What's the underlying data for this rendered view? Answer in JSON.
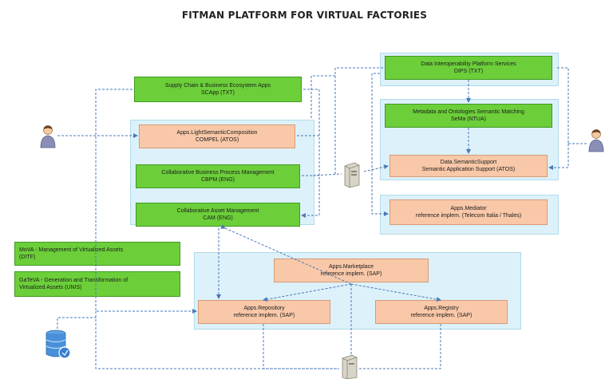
{
  "title": "FITMAN PLATFORM FOR VIRTUAL FACTORIES",
  "boxes": {
    "scapp": {
      "line1": "Supply Chain & Business Ecosystem Apps",
      "line2": "SCApp (TXT)"
    },
    "compel": {
      "line1": "Apps.LightSemanticComposition",
      "line2": "COMPEL (ATOS)"
    },
    "cbpm": {
      "line1": "Collaborative Business Process Management",
      "line2": "CBPM (ENG)"
    },
    "cam": {
      "line1": "Collaborative Asset Management",
      "line2": "CAM (ENG)"
    },
    "dips": {
      "line1": "Data Interoperability Platform Services",
      "line2": "DIPS (TXT)"
    },
    "semma": {
      "line1": "Metadata and Ontologies Semantic Matching",
      "line2": "SeMa (NTUA)"
    },
    "sas": {
      "line1": "Data.SemanticSupport",
      "line2": "Semantic Application Support (ATOS)"
    },
    "mediator": {
      "line1": "Apps.Mediator",
      "line2": "reference implem. (Telecom Italia / Thales)"
    },
    "mova": {
      "line1": "MoVA - Management of Virtualized Assets",
      "line2": "(DITF)"
    },
    "gatova": {
      "line1": "GaTeVA - Generation and Transformation of",
      "line2": "Virtualized Assets (UNIS)"
    },
    "marketplace": {
      "line1": "Apps.Marketplace",
      "line2": "reference implem. (SAP)"
    },
    "repository": {
      "line1": "Apps.Repository",
      "line2": "reference implem. (SAP)"
    },
    "registry": {
      "line1": "Apps.Registry",
      "line2": "reference implem. (SAP)"
    }
  },
  "colors": {
    "green": "#6ccf3a",
    "orange": "#f9c8a8",
    "panel": "#dcf1fa",
    "connector": "#4a78b8"
  },
  "icons": [
    "user-icon",
    "server-icon",
    "database-icon"
  ]
}
